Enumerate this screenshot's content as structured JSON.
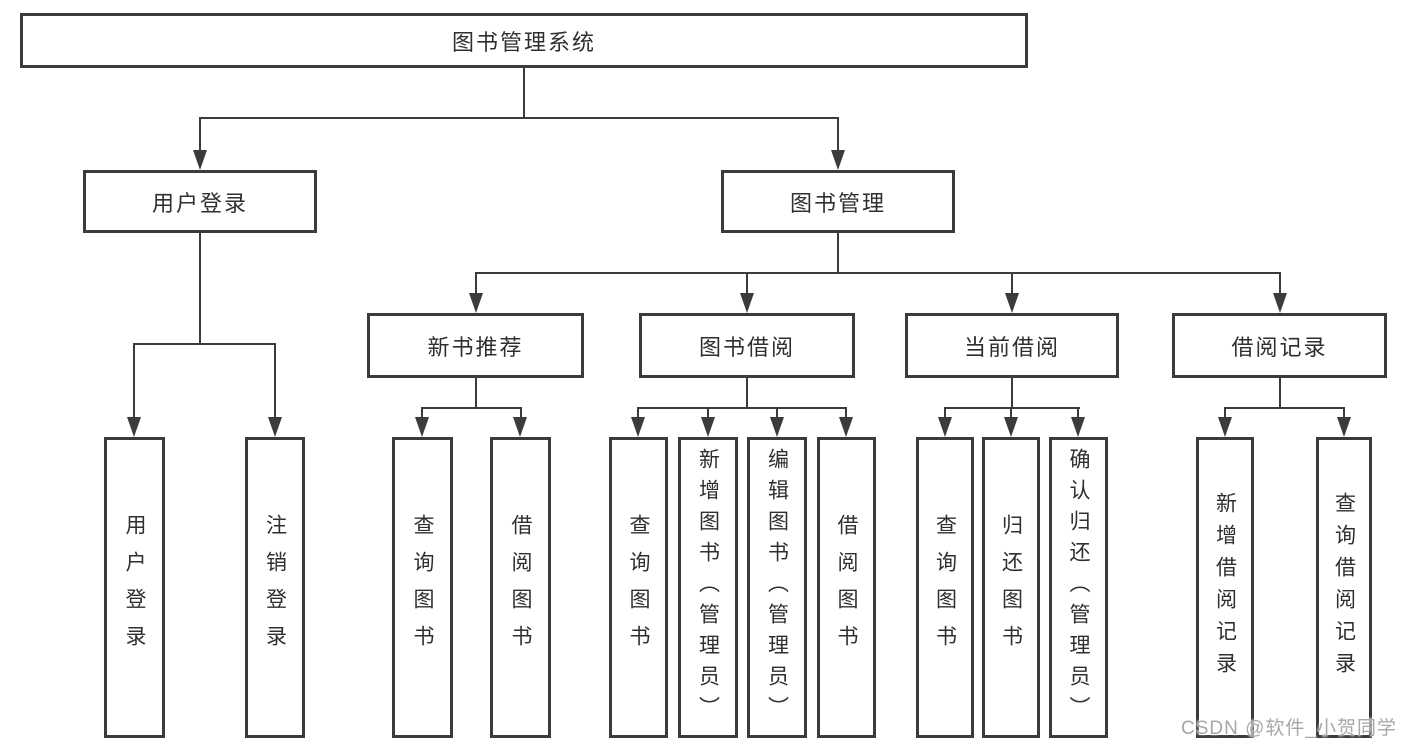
{
  "tree": {
    "root": "图书管理系统",
    "level2": [
      "用户登录",
      "图书管理"
    ],
    "level3": [
      "新书推荐",
      "图书借阅",
      "当前借阅",
      "借阅记录"
    ],
    "leaves": {
      "user_login": [
        "用户登录",
        "注销登录"
      ],
      "new_book_rec": [
        "查询图书",
        "借阅图书"
      ],
      "book_borrow": [
        "查询图书",
        "新增图书（管理员）",
        "编辑图书（管理员）",
        "借阅图书"
      ],
      "current_borrow": [
        "查询图书",
        "归还图书",
        "确认归还（管理员）"
      ],
      "borrow_records": [
        "新增借阅记录",
        "查询借阅记录"
      ]
    }
  },
  "watermark": {
    "text": "CSDN @软件_小贺同学"
  },
  "colors": {
    "line": "#3b3b3b",
    "box_border": "#3b3b3b",
    "text": "#2f2f2f",
    "watermark": "#a8a8a8",
    "background": "#ffffff"
  }
}
